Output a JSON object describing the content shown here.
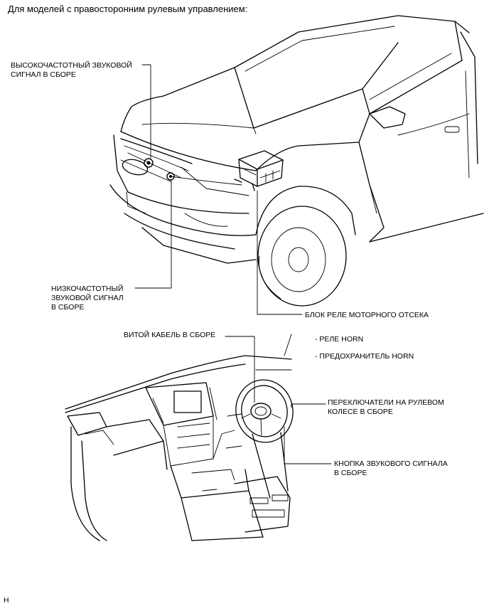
{
  "header": "Для моделей с правосторонним рулевым управлением:",
  "labels": {
    "high_horn": "ВЫСОКОЧАСТОТНЫЙ ЗВУКОВОЙ\nСИГНАЛ В СБОРЕ",
    "low_horn": "НИЗКОЧАСТОТНЫЙ\nЗВУКОВОЙ СИГНАЛ\nВ СБОРЕ",
    "relay_block": "БЛОК РЕЛЕ МОТОРНОГО ОТСЕКА",
    "spiral_cable": "ВИТОЙ КАБЕЛЬ В СБОРЕ",
    "horn_relay": "- РЕЛЕ HORN",
    "horn_fuse": "- ПРЕДОХРАНИТЕЛЬ HORN",
    "steering_switches": "ПЕРЕКЛЮЧАТЕЛИ НА РУЛЕВОМ\nКОЛЕСЕ В СБОРЕ",
    "horn_button": "КНОПКА ЗВУКОВОГО СИГНАЛА\nВ СБОРЕ"
  },
  "figure_code": "H"
}
